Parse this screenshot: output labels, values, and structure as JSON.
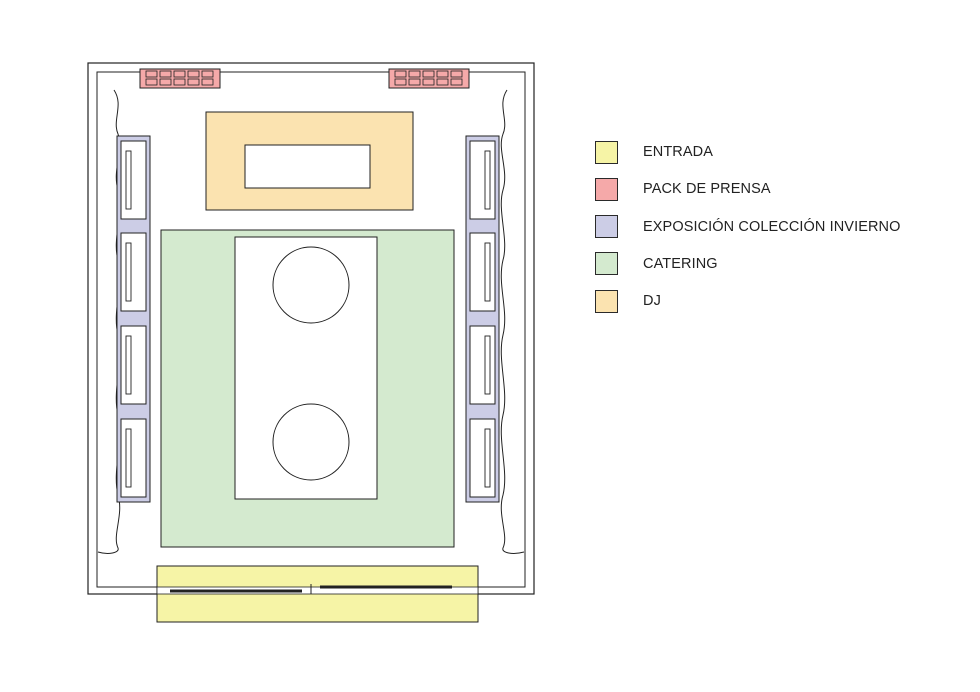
{
  "legend": [
    {
      "label": "ENTRADA",
      "color": "#f6f4a6"
    },
    {
      "label": "PACK DE PRENSA",
      "color": "#f5a9a9"
    },
    {
      "label": "EXPOSICIÓN COLECCIÓN INVIERNO",
      "color": "#cccde6"
    },
    {
      "label": "CATERING",
      "color": "#d4eacf"
    },
    {
      "label": "DJ",
      "color": "#fbe3b0"
    }
  ]
}
